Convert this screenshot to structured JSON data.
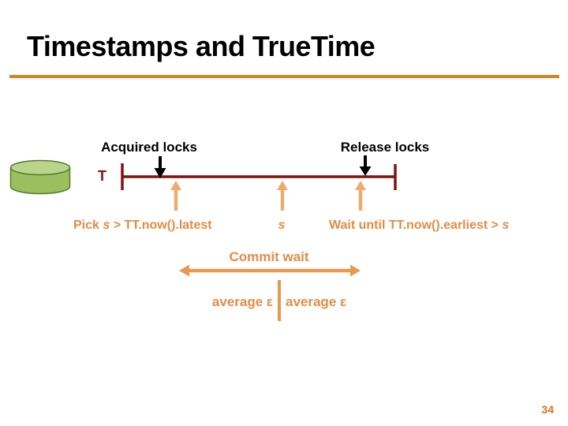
{
  "slide": {
    "title": "Timestamps and TrueTime",
    "page_number": "34"
  },
  "diagram": {
    "acquired_locks_label": "Acquired locks",
    "release_locks_label": "Release locks",
    "timeline_label": "T",
    "pick_prefix": "Pick ",
    "pick_s": "s",
    "pick_suffix": " > TT.now().latest",
    "s_label": "s",
    "wait_prefix": "Wait until TT.now().earliest > ",
    "wait_s": "s",
    "commit_wait_label": "Commit wait",
    "average_epsilon_left": "average ε",
    "average_epsilon_right": "average ε"
  },
  "icons": {
    "database_cylinder": "database-cylinder-icon",
    "acquired_event_arrow": "down-arrow-icon",
    "release_event_arrow": "down-arrow-icon",
    "pick_marker_arrow": "up-arrow-icon",
    "s_marker_arrow": "up-arrow-icon",
    "wait_marker_arrow": "up-arrow-icon",
    "commit_wait_span": "double-headed-arrow-icon"
  },
  "colors": {
    "background": "#FFFFFF",
    "title_text": "#000000",
    "title_underline": "#DD7E23",
    "timeline_dark_red": "#7E1513",
    "event_arrow_black": "#000000",
    "orange_text": "#E38C45",
    "orange_arrow": "#EDAC6E",
    "commit_arrow_orange": "#E8994F",
    "page_number_orange": "#D9701E",
    "cylinder_body": "#9CBE5E",
    "cylinder_top": "#BAD48B",
    "cylinder_stroke": "#4F7D2A"
  }
}
